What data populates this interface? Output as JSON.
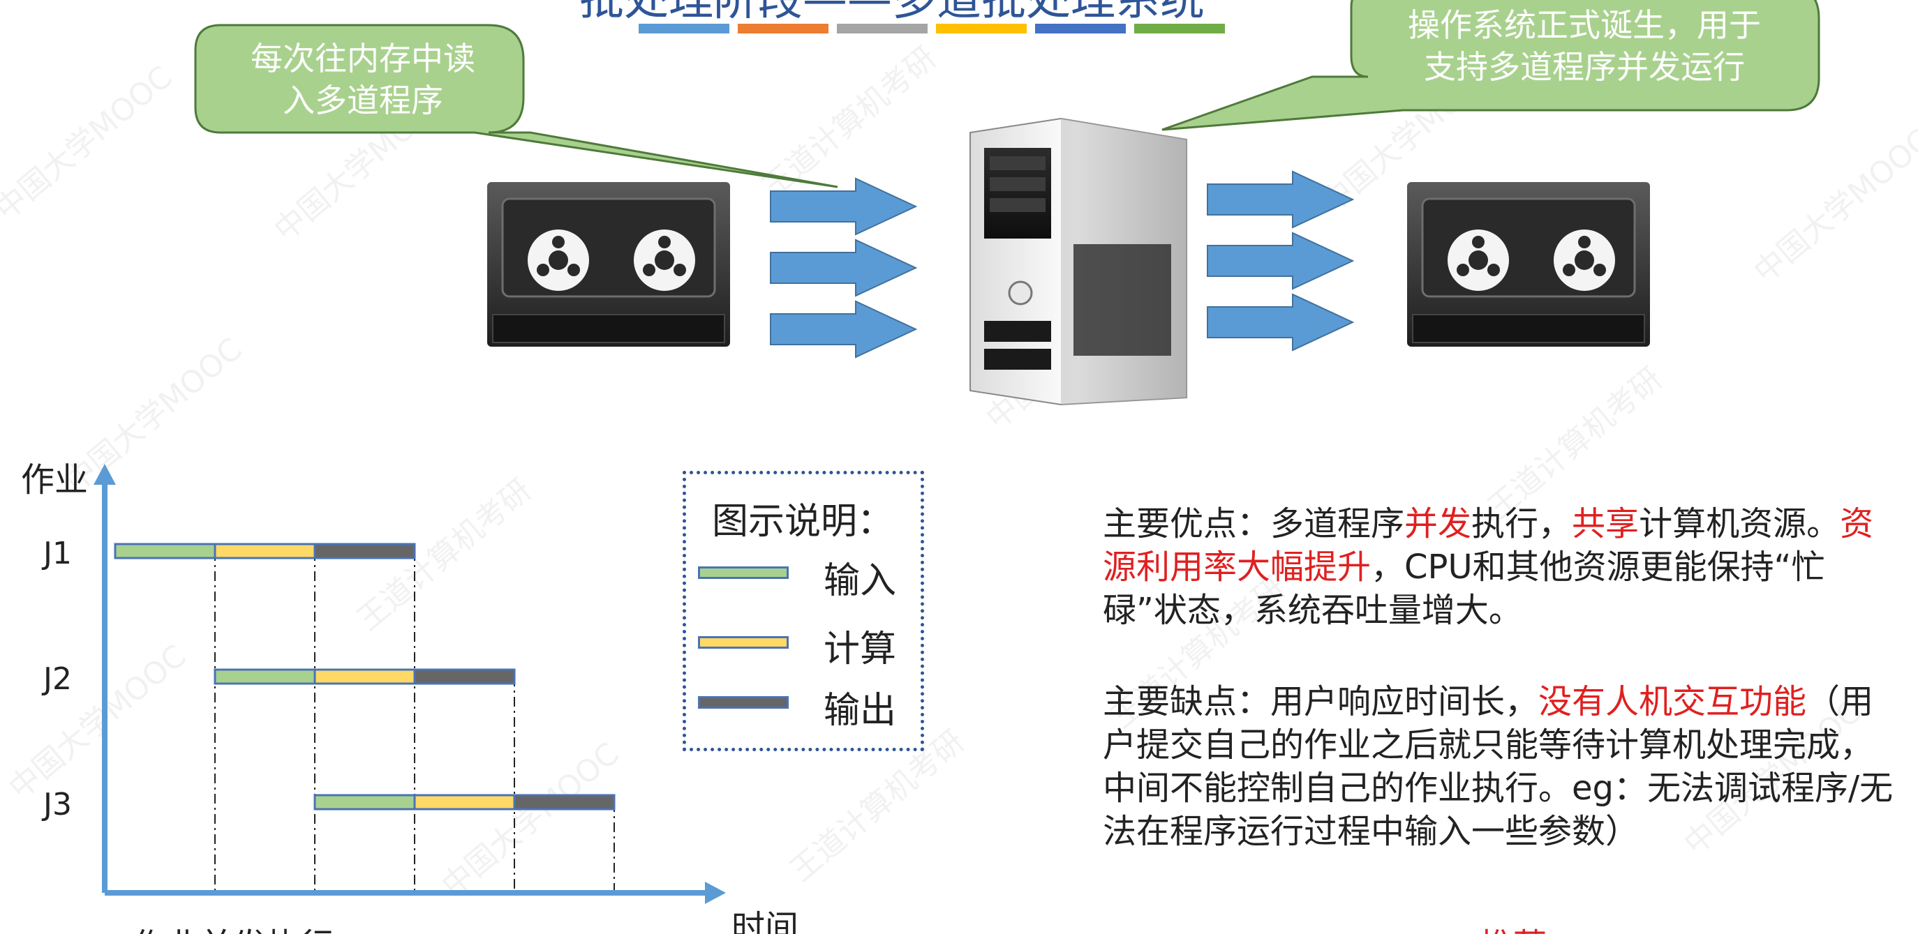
{
  "title": "批处理阶段——多道批处理系统",
  "title_bar_colors": [
    "#5b9bd5",
    "#ed7d31",
    "#a5a5a5",
    "#ffc000",
    "#4472c4",
    "#70ad47"
  ],
  "callouts": {
    "left": "每次往内存中读\n入多道程序",
    "right": "操作系统正式诞生，用于\n支持多道程序并发运行",
    "fill_color": "#a9d18e",
    "border_color": "#4e7a3a"
  },
  "devices": {
    "input_tape": "tape-drive-icon",
    "computer": "server-tower-icon",
    "output_tape": "tape-drive-icon"
  },
  "legend": {
    "title": "图示说明：",
    "items": [
      {
        "label": "输入",
        "color": "#a9d18e"
      },
      {
        "label": "计算",
        "color": "#ffd966"
      },
      {
        "label": "输出",
        "color": "#666666"
      }
    ]
  },
  "chart_data": {
    "type": "gantt",
    "ylabel": "作业",
    "xlabel": "时间",
    "jobs": [
      {
        "name": "J1",
        "segments": [
          {
            "phase": "输入",
            "start": 0,
            "end": 1
          },
          {
            "phase": "计算",
            "start": 1,
            "end": 2
          },
          {
            "phase": "输出",
            "start": 2,
            "end": 3
          }
        ]
      },
      {
        "name": "J2",
        "segments": [
          {
            "phase": "输入",
            "start": 1,
            "end": 2
          },
          {
            "phase": "计算",
            "start": 2,
            "end": 3
          },
          {
            "phase": "输出",
            "start": 3,
            "end": 4
          }
        ]
      },
      {
        "name": "J3",
        "segments": [
          {
            "phase": "输入",
            "start": 2,
            "end": 3
          },
          {
            "phase": "计算",
            "start": 3,
            "end": 4
          },
          {
            "phase": "输出",
            "start": 4,
            "end": 5
          }
        ]
      }
    ],
    "colors": {
      "输入": "#a9d18e",
      "计算": "#ffd966",
      "输出": "#666666"
    },
    "axis_color": "#5b9bd5"
  },
  "advantages": {
    "p1": "主要优点：多道程序",
    "p2": "并发",
    "p3": "执行，",
    "p4": "共享",
    "p5": "计算机资源。",
    "p6": "资源利用率大幅提升",
    "p7": "，CPU和其他资源更能保持“忙碌”状态，系统吞吐量增大。"
  },
  "disadvantages": {
    "p1": "主要缺点：用户响应时间长，",
    "p2": "没有人机交互功能",
    "p3": "（用户提交自己的作业之后就只能等待计算机处理完成，中间不能控制自己的作业执行。eg：无法调试程序/无法在程序运行过程中输入一些参数）"
  },
  "watermarks": [
    "中国大学MOOC",
    "王道计算机考研"
  ],
  "bottom_fragments": {
    "left": "作业并发执行",
    "right": "推荐"
  }
}
